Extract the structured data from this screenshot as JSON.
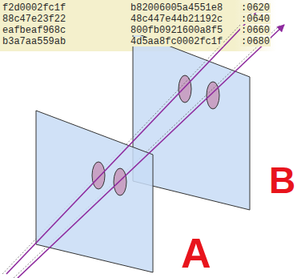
{
  "diagram": {
    "labels": [
      "f2d0002fc1f",
      "b82006005a4551e8",
      ":0620",
      "88c47e23f22",
      "48c447e44b21192c",
      ":0640",
      "eafbeaf968c",
      "800fb0921600a8f5",
      ":0660",
      "b3a7aa559ab",
      "4d5aa8fc0002fc1f",
      ":0680",
      "A",
      "B"
    ]
  }
}
